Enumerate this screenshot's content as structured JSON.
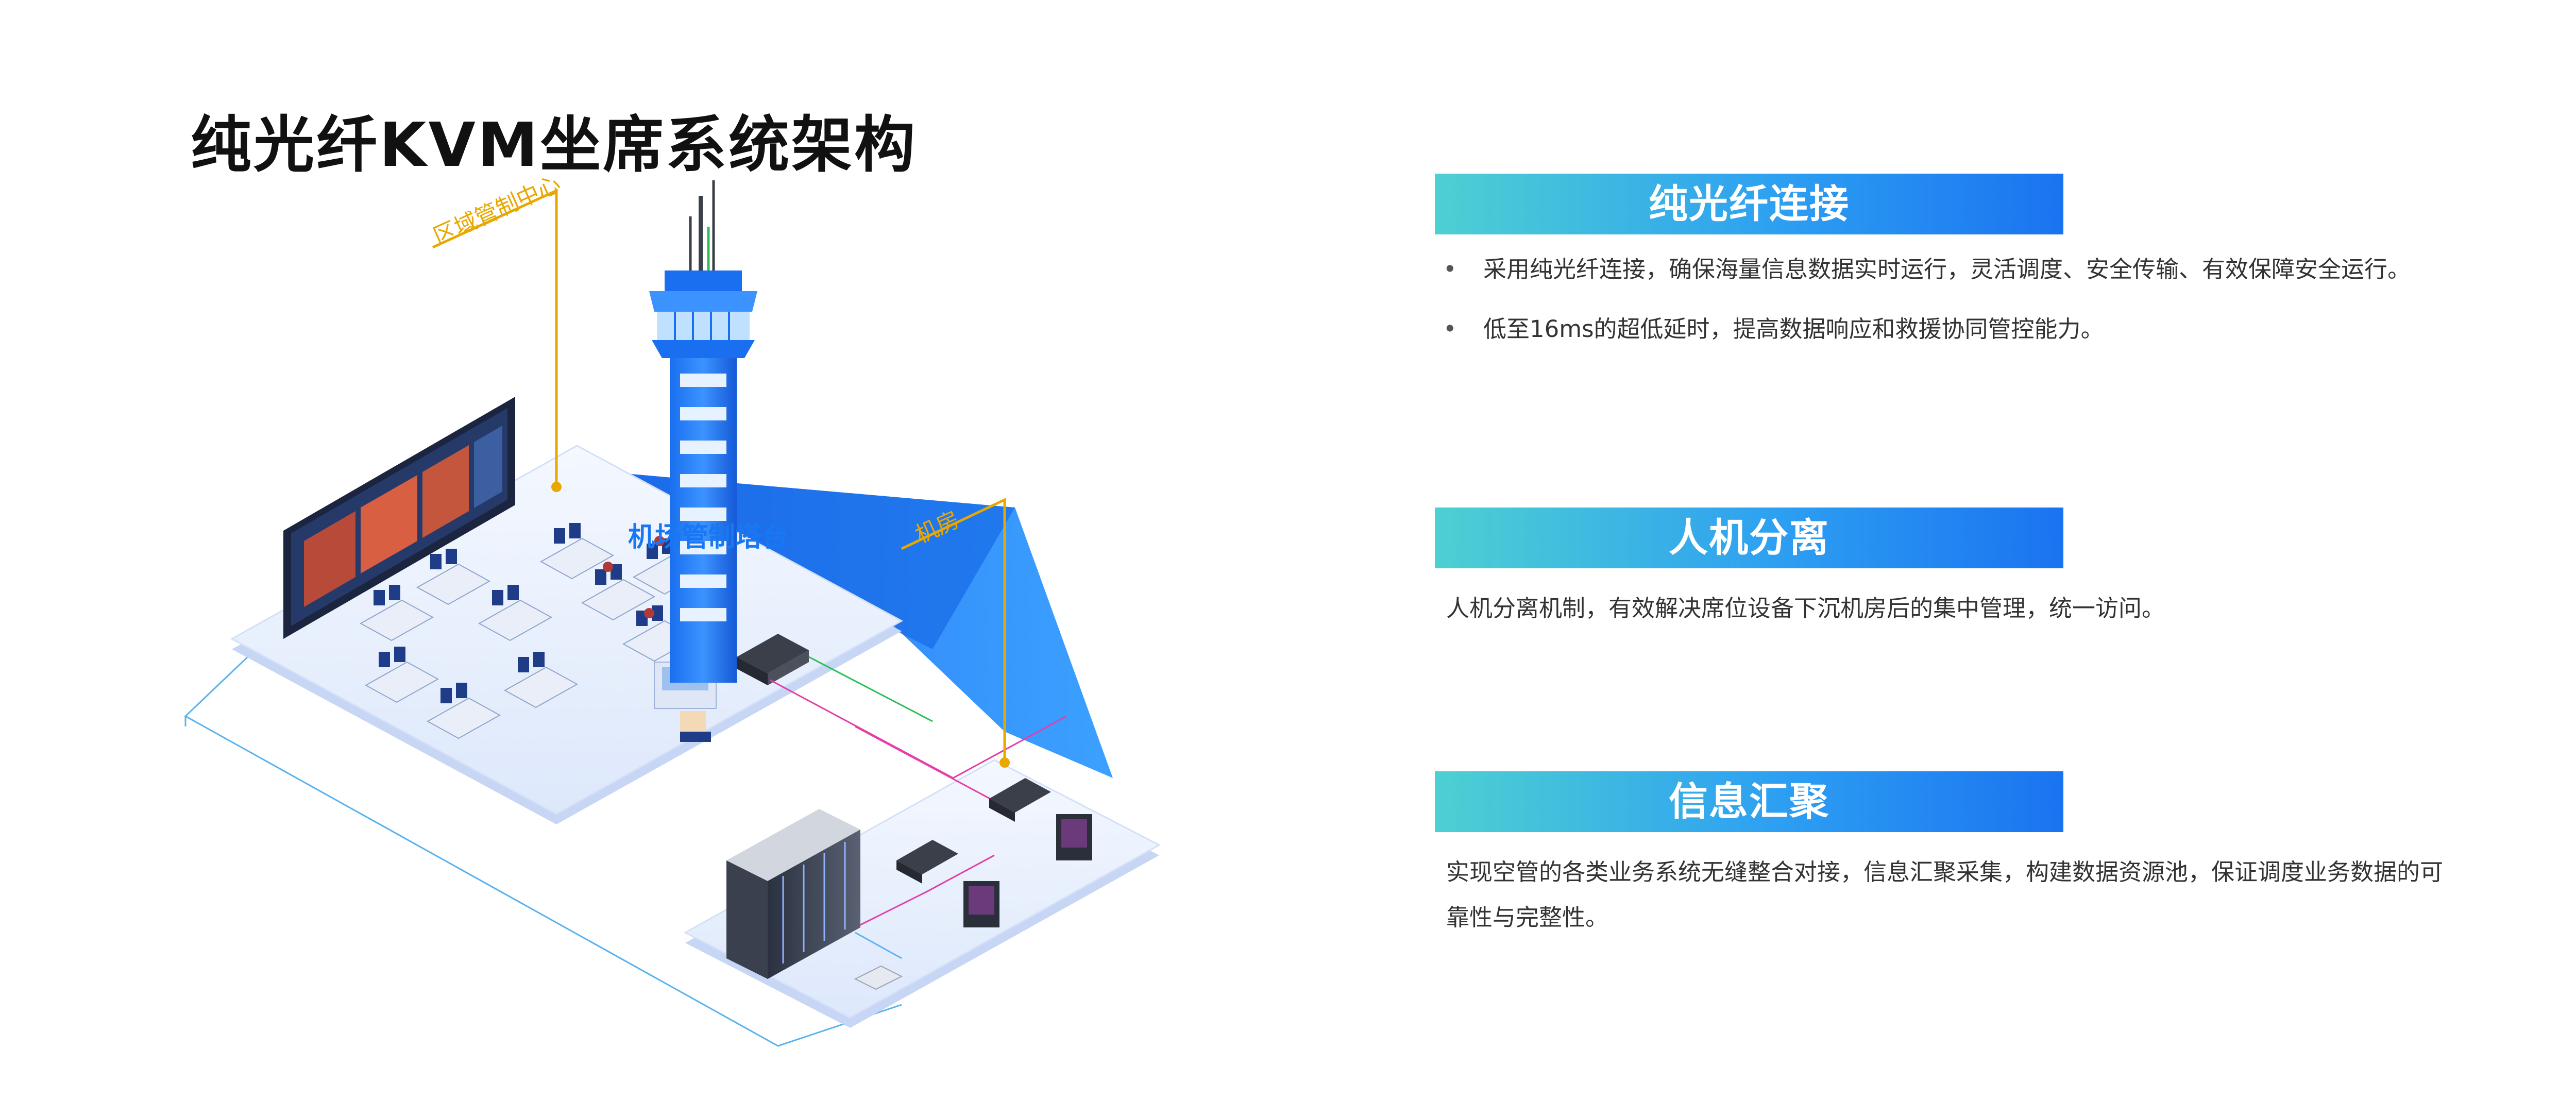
{
  "page": {
    "title": "纯光纤KVM坐席系统架构"
  },
  "diagram": {
    "tower_label": "机场管制塔台",
    "regional_center_label": "区域管制中心",
    "machine_room_label": "机房",
    "accent_blue": "#1877f2",
    "accent_gold": "#e9a800"
  },
  "features": [
    {
      "title": "纯光纤连接",
      "bullets": [
        "采用纯光纤连接，确保海量信息数据实时运行，灵活调度、安全传输、有效保障安全运行。",
        "低至16ms的超低延时，提高数据响应和救援协同管控能力。"
      ]
    },
    {
      "title": "人机分离",
      "text": "人机分离机制，有效解决席位设备下沉机房后的集中管理，统一访问。"
    },
    {
      "title": "信息汇聚",
      "text": "实现空管的各类业务系统无缝整合对接，信息汇聚采集，构建数据资源池，保证调度业务数据的可靠性与完整性。"
    }
  ],
  "colors": {
    "banner_start": "#4dd0d2",
    "banner_end": "#1a73f0",
    "title_text": "#111111",
    "body_text": "#333333"
  }
}
